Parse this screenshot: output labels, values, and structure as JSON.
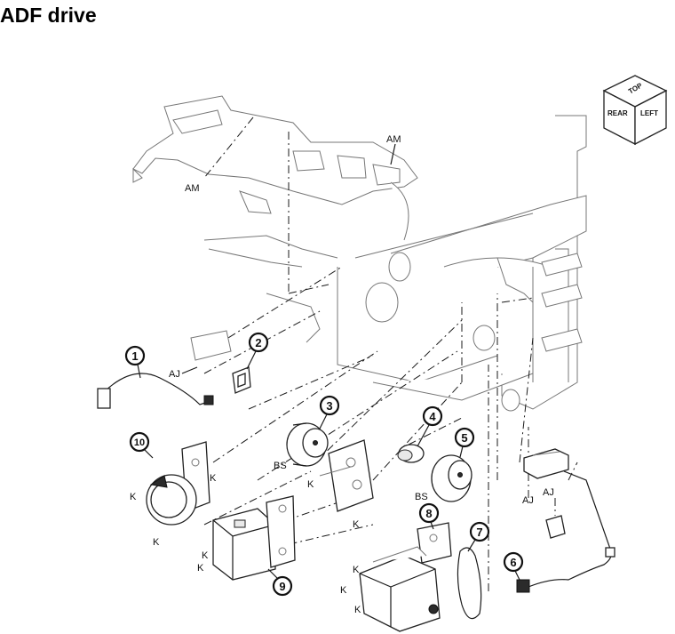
{
  "title": "ADF drive",
  "orientation_cube": {
    "top": "TOP",
    "rear": "REAR",
    "left": "LEFT"
  },
  "callouts": [
    "1",
    "2",
    "3",
    "4",
    "5",
    "6",
    "7",
    "8",
    "9",
    "10"
  ],
  "labels": {
    "am1": "AM",
    "am2": "AM",
    "aj1": "AJ",
    "aj2": "AJ",
    "aj3": "AJ",
    "bs1": "BS",
    "bs2": "BS",
    "k": "K"
  }
}
